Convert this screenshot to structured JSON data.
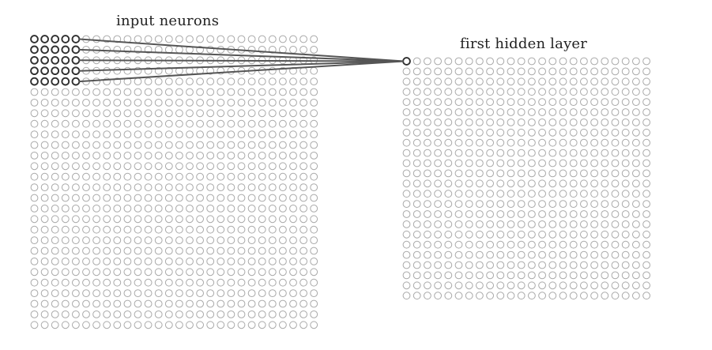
{
  "labels": {
    "input_layer": "input neurons",
    "hidden_layer": "first hidden layer"
  },
  "layers": {
    "input": {
      "rows": 28,
      "cols": 28
    },
    "hidden": {
      "rows": 24,
      "cols": 24
    }
  },
  "receptive_field": {
    "size": 5,
    "source_row": 0,
    "source_col": 0,
    "target_row": 0,
    "target_col": 0
  },
  "colors": {
    "neuron": "#a9a9a9",
    "highlighted_neuron": "#2f2f2f",
    "connection": "#555555",
    "text": "#222222"
  }
}
